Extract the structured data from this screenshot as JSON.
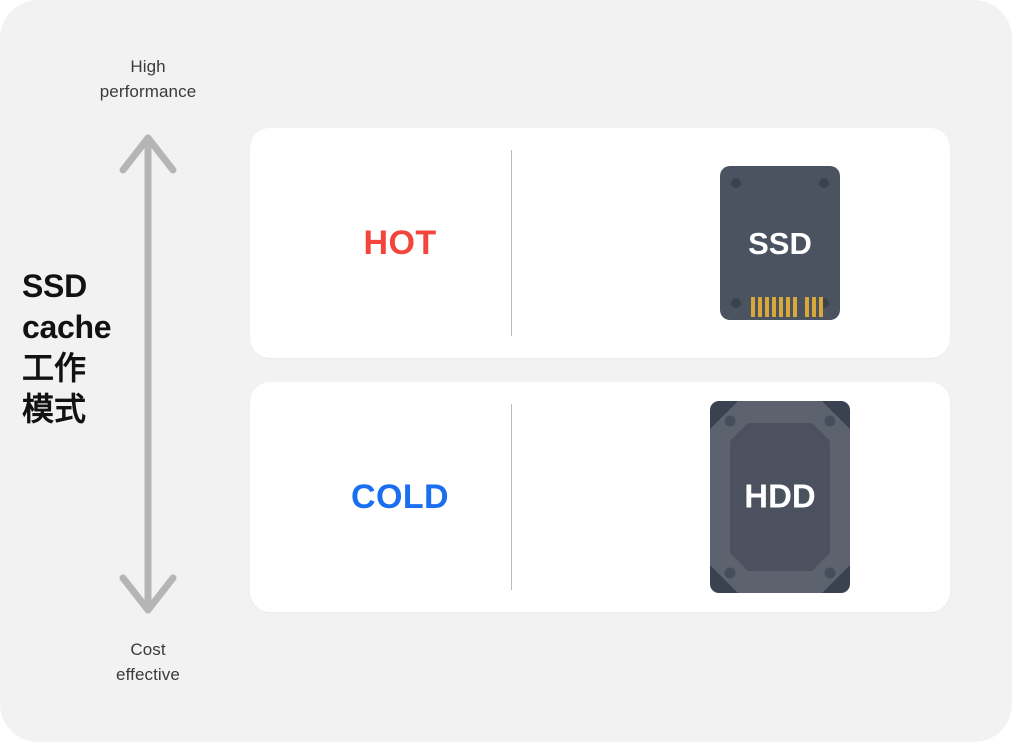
{
  "panel": {
    "background_color": "#f2f2f3",
    "page_background": "#ffffff"
  },
  "axis": {
    "top_label": "High\nperformance",
    "top_label_line1": "High",
    "top_label_line2": "performance",
    "bottom_label_line1": "Cost",
    "bottom_label_line2": "effective",
    "title_line1": "SSD",
    "title_line2": "cache",
    "title_line3": "工作",
    "title_line4": "模式",
    "arrow_color": "#b5b5b5",
    "arrow_direction": "double-vertical"
  },
  "cards": [
    {
      "id": "hot",
      "label": "HOT",
      "label_color": "#f4453c",
      "device_label": "SSD",
      "device_icon": "ssd-drive-icon",
      "device_body_color": "#4b5260",
      "device_pin_color": "#d8a83a"
    },
    {
      "id": "cold",
      "label": "COLD",
      "label_color": "#1a6ef0",
      "device_label": "HDD",
      "device_icon": "hdd-drive-icon",
      "device_body_color": "#5c636f",
      "device_plate_color": "#4b515e",
      "device_corner_color": "#3a4150"
    }
  ]
}
